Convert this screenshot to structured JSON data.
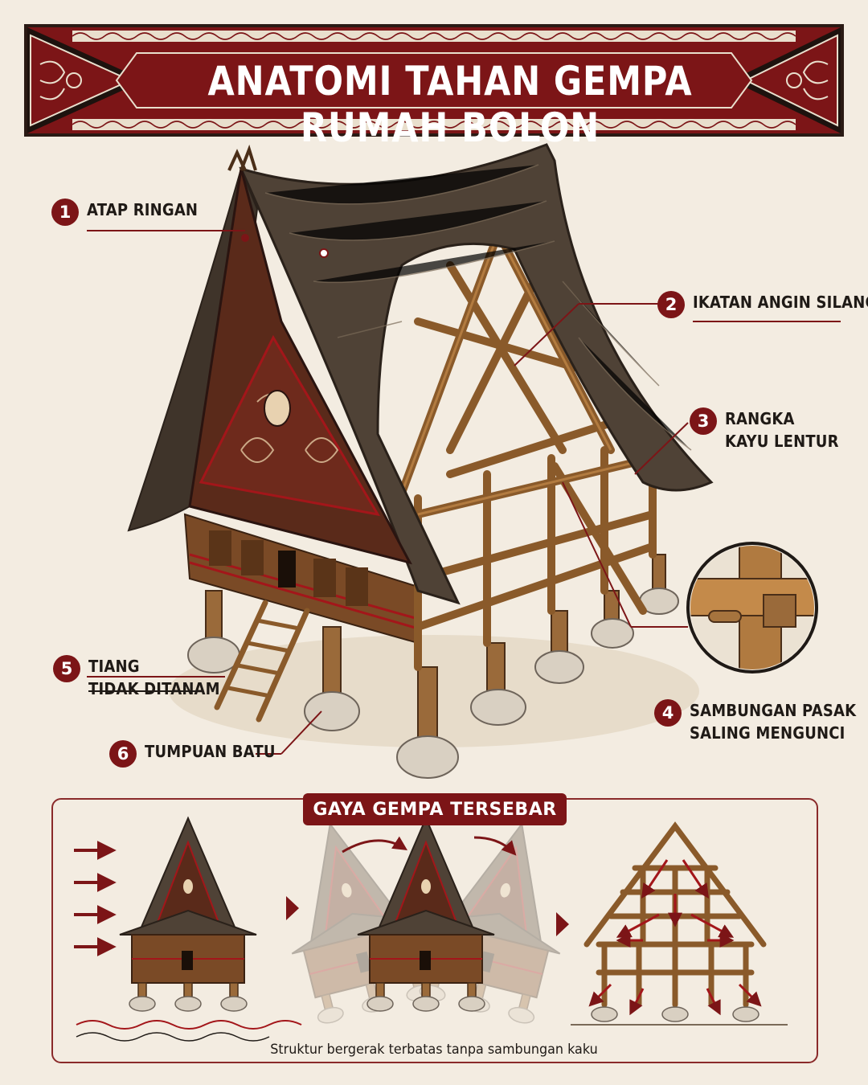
{
  "header": {
    "title": "ANATOMI TAHAN GEMPA RUMAH BOLON"
  },
  "callouts": [
    {
      "number": "1",
      "lines": [
        "ATAP RINGAN"
      ]
    },
    {
      "number": "2",
      "lines": [
        "IKATAN ANGIN SILANG"
      ]
    },
    {
      "number": "3",
      "lines": [
        "RANGKA",
        "KAYU LENTUR"
      ]
    },
    {
      "number": "4",
      "lines": [
        "SAMBUNGAN PASAK",
        "SALING MENGUNCI"
      ]
    },
    {
      "number": "5",
      "lines": [
        "TIANG",
        "TIDAK DITANAM"
      ]
    },
    {
      "number": "6",
      "lines": [
        "TUMPUAN BATU"
      ]
    }
  ],
  "bottom_panel": {
    "title": "GAYA GEMPA TERSEBAR",
    "caption": "Struktur bergerak terbatas tanpa sambungan kaku"
  },
  "colors": {
    "background": "#f3ece1",
    "accent_red": "#7c1517",
    "wood": "#9a6a3a",
    "thatch": "#5a4a3a",
    "stone": "#d9d0c2"
  }
}
